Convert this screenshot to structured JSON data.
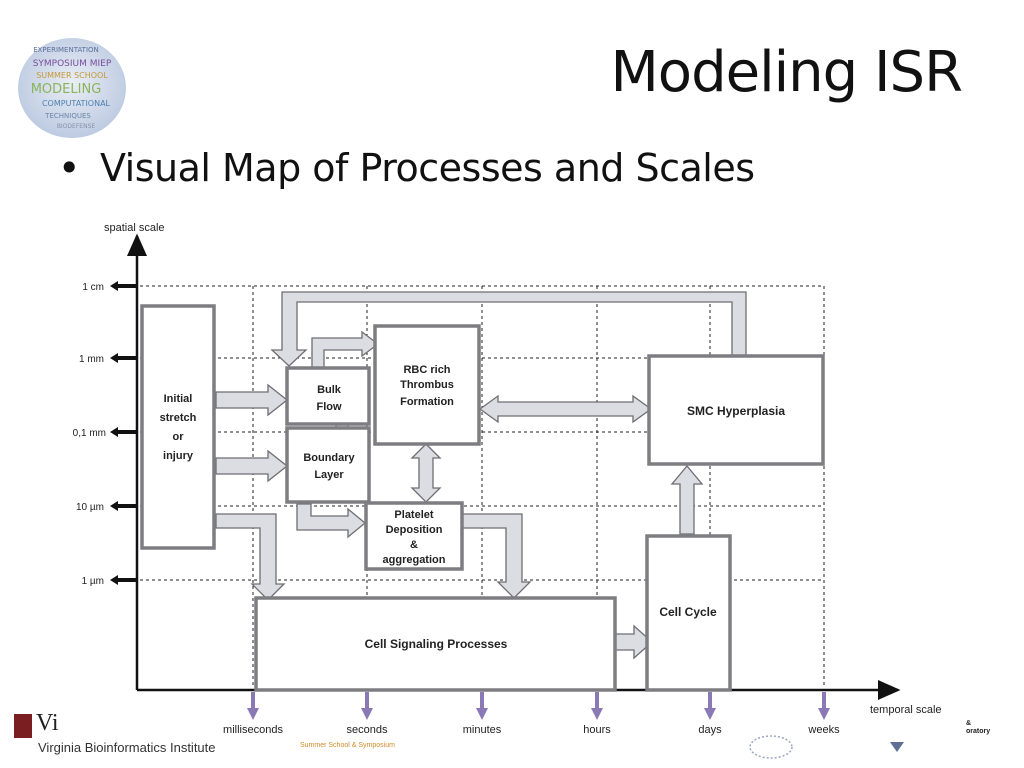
{
  "slide": {
    "title": "Modeling ISR",
    "bullet": "Visual Map of Processes and Scales"
  },
  "logo": {
    "words": [
      "SYMPOSIUM MIEP",
      "SUMMER SCHOOL",
      "MODELING",
      "COMPUTATIONAL",
      "EXPERIMENTATION",
      "TECHNIQUES",
      "BIODEFENSE"
    ]
  },
  "diagram": {
    "y_axis_label": "spatial scale",
    "x_axis_label": "temporal scale",
    "spatial_ticks": [
      "1 cm",
      "1 mm",
      "0,1 mm",
      "10 µm",
      "1 µm"
    ],
    "temporal_ticks": [
      "milliseconds",
      "seconds",
      "minutes",
      "hours",
      "days",
      "weeks"
    ],
    "boxes": {
      "initial": [
        "Initial",
        "stretch",
        "or",
        "injury"
      ],
      "bulk": [
        "Bulk",
        "Flow"
      ],
      "boundary": [
        "Boundary",
        "Layer"
      ],
      "rbc": [
        "RBC rich",
        "Thrombus",
        "Formation"
      ],
      "platelet": [
        "Platelet",
        "Deposition",
        "&",
        "aggregation"
      ],
      "smc": [
        "SMC Hyperplasia"
      ],
      "cell_cycle": [
        "Cell Cycle"
      ],
      "signaling": [
        "Cell Signaling Processes"
      ]
    },
    "colors": {
      "box_border": "#7d7d82",
      "arrow_fill": "#dcdde2",
      "axis_arrow": "#8a79b5"
    }
  },
  "footer": {
    "institute_mark": "Vi",
    "institute_name": "Virginia Bioinformatics Institute",
    "school_text": "Summer School & Symposium",
    "lab_text": [
      "&",
      "oratory"
    ]
  }
}
